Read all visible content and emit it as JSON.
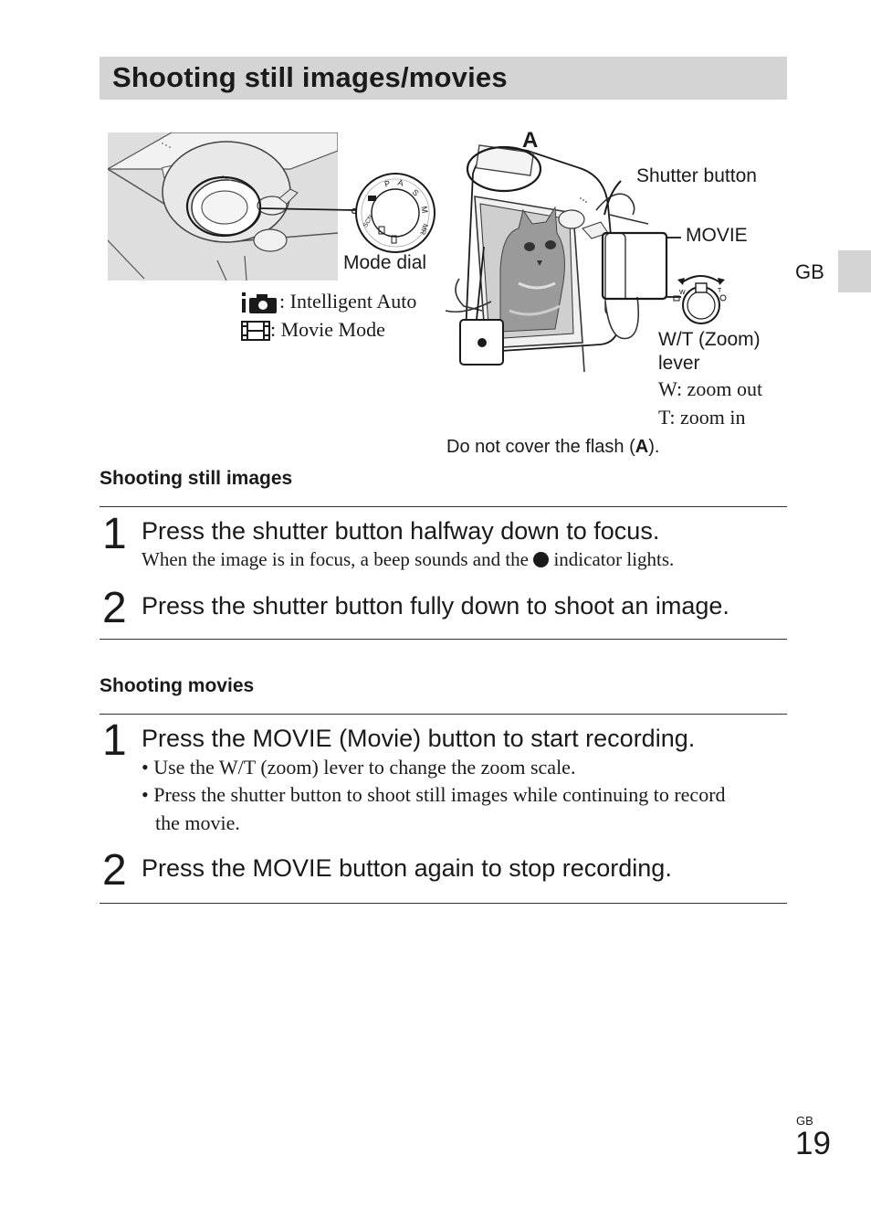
{
  "header": {
    "title": "Shooting still images/movies"
  },
  "side_tab": {
    "label": "GB"
  },
  "figure": {
    "mode_dial_label": "Mode dial",
    "dial_marks": [
      "P",
      "A",
      "S",
      "M",
      "MR",
      "SCN"
    ],
    "intelligent_auto": ": Intelligent Auto",
    "movie_mode": ": Movie Mode",
    "flash_marker": "A",
    "shutter_button_label": "Shutter button",
    "movie_label": "MOVIE",
    "wt_lever_label_1": "W/T (Zoom)",
    "wt_lever_label_2": "lever",
    "w_zoom": "W: zoom out",
    "t_zoom": "T: zoom in",
    "wt_w": "W",
    "wt_t": "T",
    "flash_note_pre": "Do not cover the flash (",
    "flash_note_bold": "A",
    "flash_note_post": ")."
  },
  "still_section": {
    "heading": "Shooting still images",
    "steps": [
      {
        "num": "1",
        "text": "Press the shutter button halfway down to focus.",
        "sub_pre": "When the image is in focus, a beep sounds and the ",
        "sub_post": " indicator lights."
      },
      {
        "num": "2",
        "text": "Press the shutter button fully down to shoot an image."
      }
    ]
  },
  "movie_section": {
    "heading": "Shooting movies",
    "steps": [
      {
        "num": "1",
        "text": "Press the MOVIE (Movie) button to start recording.",
        "bullets": [
          "Use the W/T (zoom) lever to change the zoom scale.",
          "Press the shutter button to shoot still images while continuing to record"
        ],
        "bullet_cont": "the movie."
      },
      {
        "num": "2",
        "text": "Press the MOVIE button again to stop recording."
      }
    ]
  },
  "footer": {
    "lang": "GB",
    "page": "19"
  },
  "colors": {
    "title_bg": "#d4d4d4",
    "text": "#1a1a1a",
    "photo_bg": "#dcdcdc"
  }
}
